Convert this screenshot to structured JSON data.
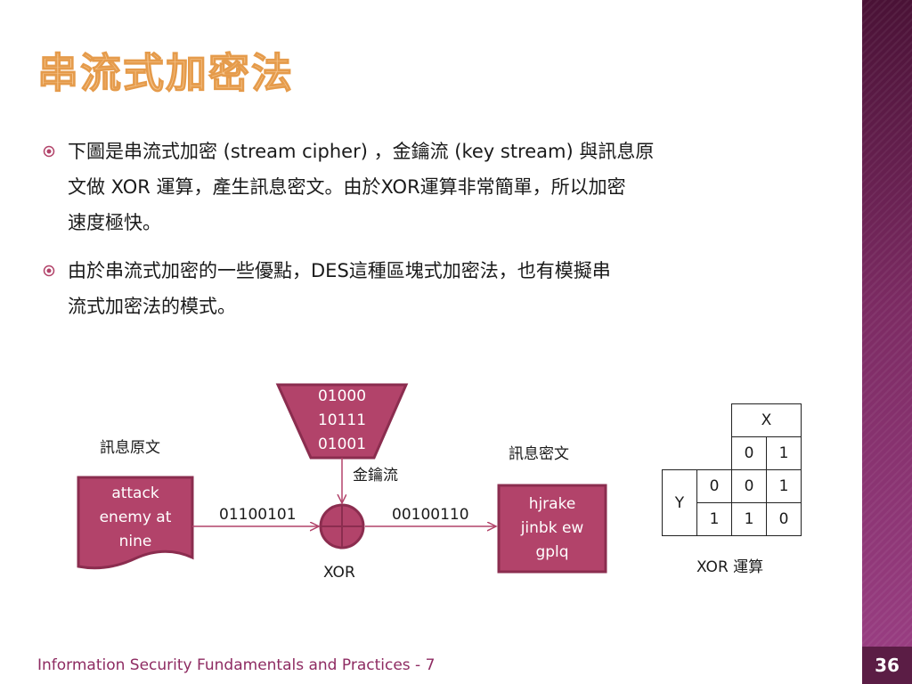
{
  "slide": {
    "title": "串流式加密法",
    "bullets": [
      "下圖是串流式加密 (stream cipher) ，金鑰流 (key stream) 與訊息原\n文做 XOR 運算，產生訊息密文。由於XOR運算非常簡單，所以加密\n速度極快。",
      "由於串流式加密的一些優點，DES這種區塊式加密法，也有模擬串\n流式加密法的模式。"
    ],
    "footer": "Information Security Fundamentals and Practices - 7",
    "page_number": "36"
  },
  "diagram": {
    "plaintext_label": "訊息原文",
    "plaintext_lines": [
      "attack",
      "enemy at",
      "nine"
    ],
    "plaintext_bits": "01100101",
    "keystream_lines": [
      "01000",
      "10111",
      "01001"
    ],
    "keystream_label": "金鑰流",
    "xor_label": "XOR",
    "ciphertext_bits": "00100110",
    "ciphertext_label": "訊息密文",
    "ciphertext_lines": [
      "hjrake",
      "jinbk ew",
      "gplq"
    ]
  },
  "xor_table": {
    "x_header": "X",
    "y_header": "Y",
    "x_values": [
      "0",
      "1"
    ],
    "rows": [
      {
        "y": "0",
        "cells": [
          "0",
          "1"
        ]
      },
      {
        "y": "1",
        "cells": [
          "1",
          "0"
        ]
      }
    ],
    "caption": "XOR 運算"
  },
  "colors": {
    "accent": "#b2436a",
    "accent_dark": "#8b2d4f",
    "title": "#f5c58e",
    "sidebar": "#7c2b63"
  }
}
